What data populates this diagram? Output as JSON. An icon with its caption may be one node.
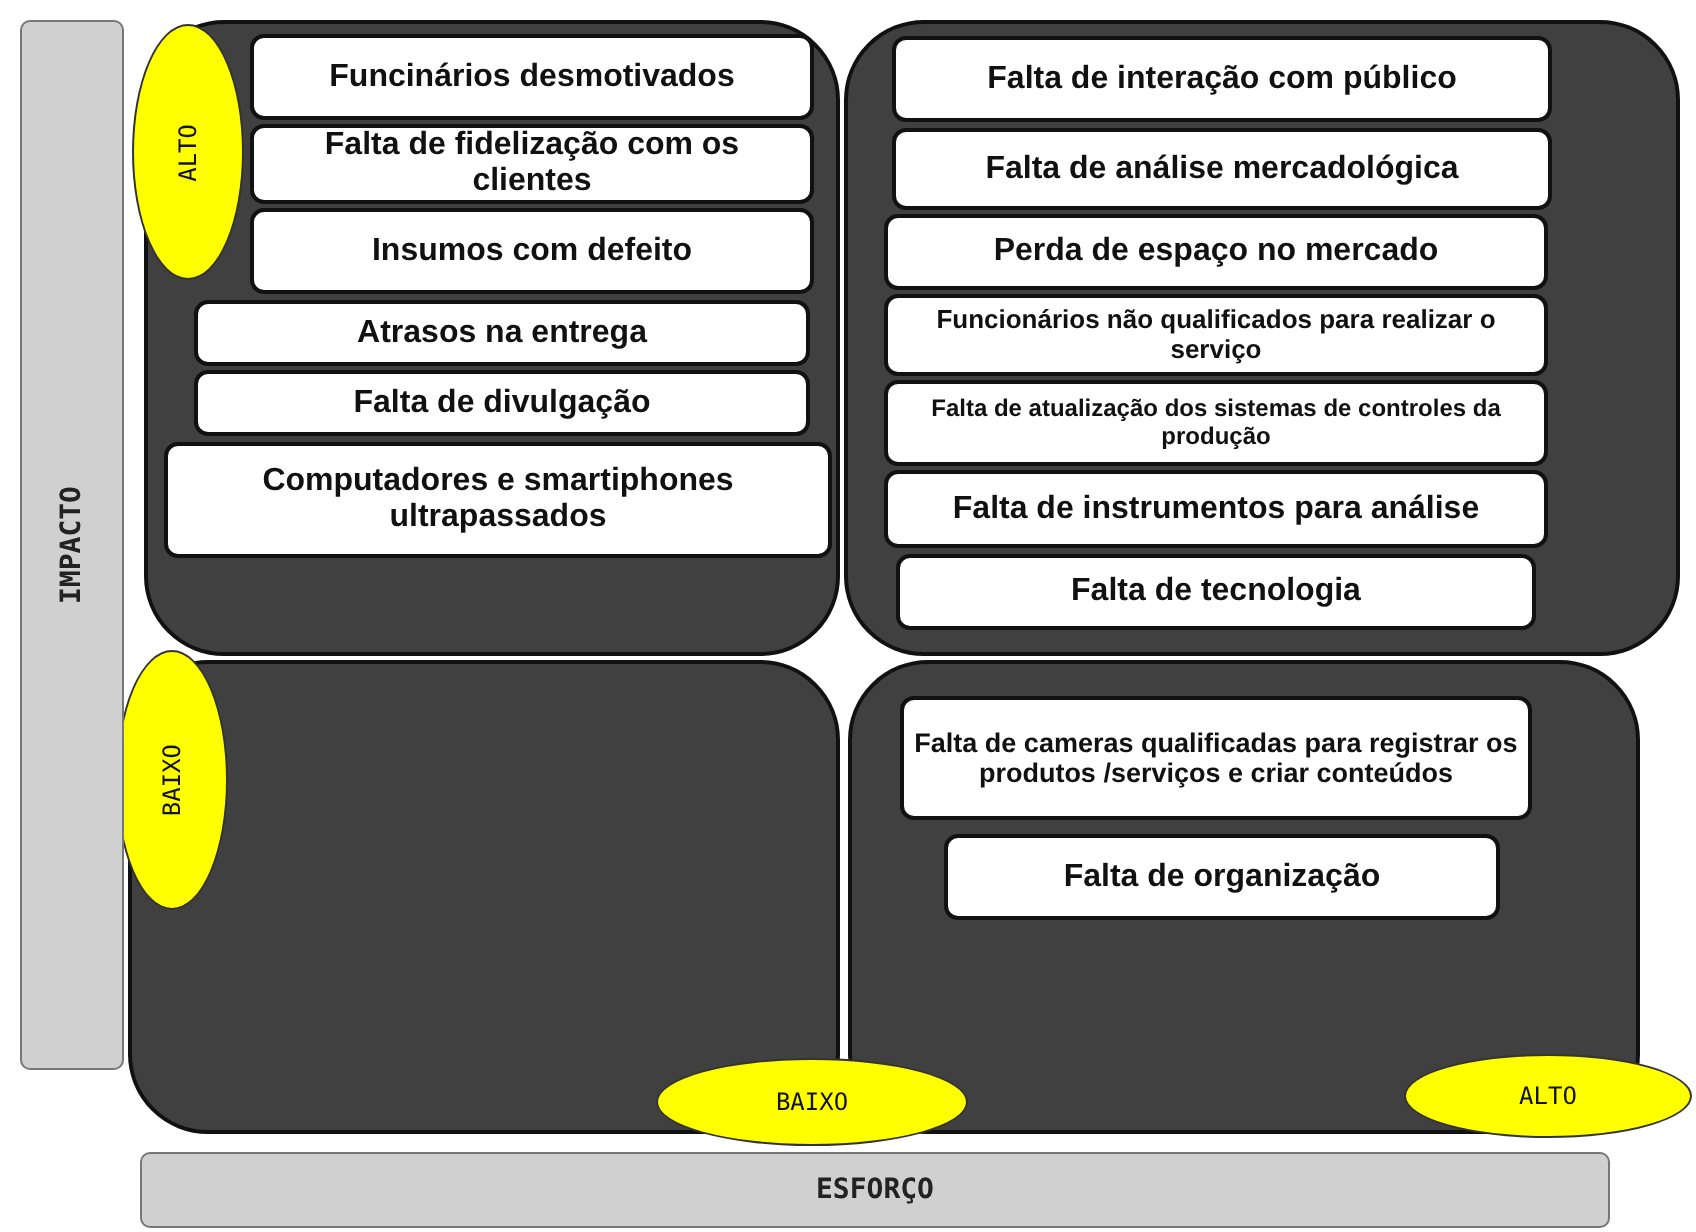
{
  "diagram": {
    "nodes": [
      {
        "text": [],
        "shape": "box"
      },
      {
        "text": [
          "ALTO"
        ]
      },
      {
        "text": [
          "Funcinários desmotivados"
        ],
        "in": 0
      },
      {
        "text": [
          "Falta de fidelização com os clientes"
        ],
        "in": 0
      },
      {
        "text": [
          "Insumos com defeito"
        ],
        "in": 0
      },
      {
        "text": [
          "Atrasos na entrega"
        ],
        "in": 0
      },
      {
        "text": [
          "Falta de divulgação"
        ],
        "in": 0
      },
      {
        "text": [
          "Computadores e smartiphones ultrapassados"
        ],
        "in": 0
      },
      {
        "text": [],
        "shape": "box"
      },
      {
        "text": [
          "Falta de interação com público"
        ],
        "in": 8
      },
      {
        "text": [
          "Falta de análise mercadológica"
        ],
        "in": 8
      },
      {
        "text": [
          "Perda de espaço no mercado"
        ],
        "in": 8
      },
      {
        "text": [
          "Funcionários não qualificados para realizar o serviço"
        ],
        "in": 8
      },
      {
        "text": [
          "Falta de atualização dos sistemas de controles da produção"
        ],
        "in": 8
      },
      {
        "text": [
          "Falta de instrumentos para análise"
        ],
        "in": 8
      },
      {
        "text": [
          "Falta de tecnologia"
        ],
        "in": 8
      },
      {
        "text": [],
        "shape": "box"
      },
      {
        "text": [
          "BAIXO"
        ]
      },
      {
        "text": [],
        "shape": "box"
      },
      {
        "text": [
          "Falta de cameras qualificadas para registrar os produtos /serviços e criar conteúdos"
        ],
        "in": 18
      },
      {
        "text": [
          "Falta de organização"
        ],
        "in": 18
      },
      {
        "text": [
          "BAIXO"
        ]
      },
      {
        "text": [
          "ALTO"
        ]
      },
      {
        "text": [
          "IMPACTO"
        ]
      },
      {
        "text": [
          "ESFORÇO"
        ]
      }
    ]
  }
}
